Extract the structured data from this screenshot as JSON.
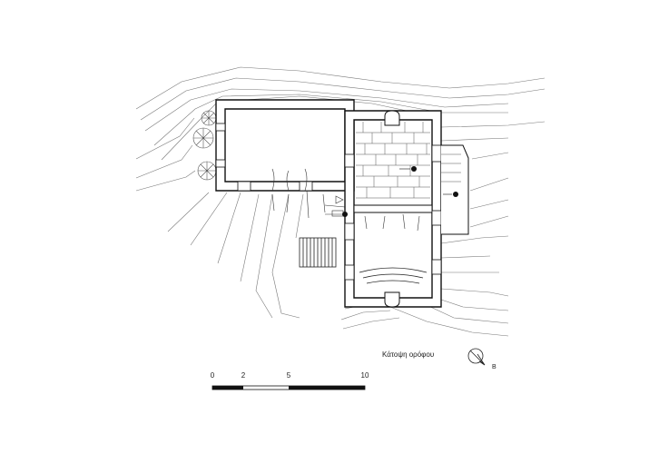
{
  "drawing": {
    "caption": "Κάτοψη ορόφου",
    "north_label": "Β",
    "scale_ticks": [
      "0",
      "2",
      "5",
      "10"
    ]
  }
}
